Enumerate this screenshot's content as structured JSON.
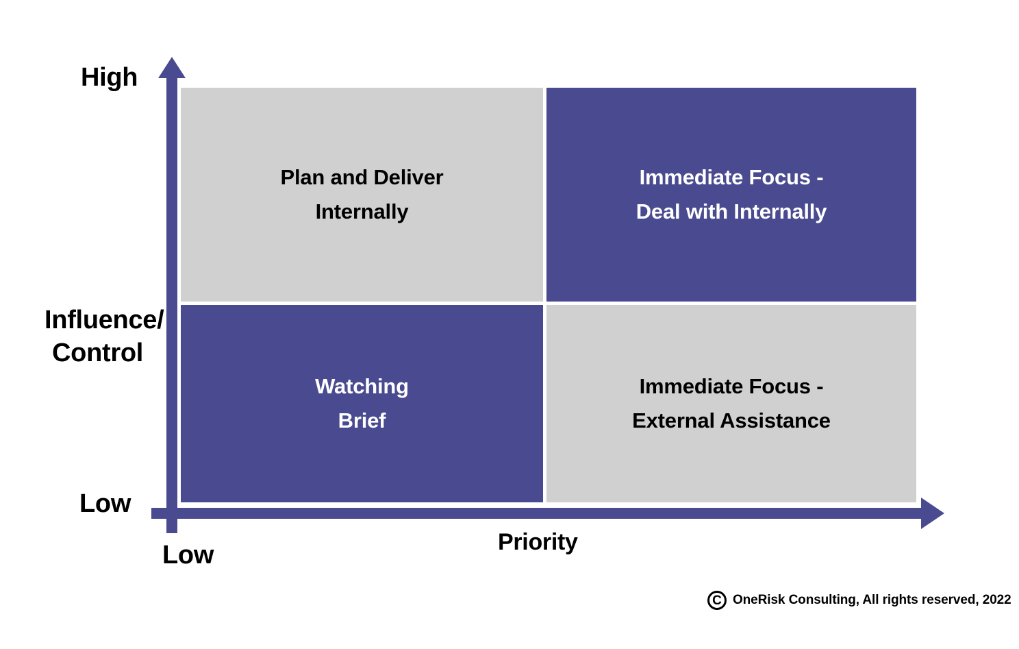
{
  "chart_data": {
    "type": "table",
    "title": "",
    "xlabel": "Priority",
    "ylabel": "Influence/\nControl",
    "x_ticks": [
      "Low"
    ],
    "y_ticks": [
      "Low",
      "High"
    ],
    "grid": false,
    "legend": "none",
    "colors": {
      "purple": "#4a4a90",
      "grey": "#d0d0d0",
      "text_dark": "#000000",
      "text_light": "#ffffff",
      "background": "#ffffff"
    },
    "quadrants": [
      {
        "position": "top-left",
        "x_level": "Low",
        "y_level": "High",
        "line1": "Plan and Deliver",
        "line2": "Internally",
        "fill": "#d0d0d0",
        "text_color": "#000000"
      },
      {
        "position": "top-right",
        "x_level": "High",
        "y_level": "High",
        "line1": "Immediate Focus -",
        "line2": "Deal with Internally",
        "fill": "#4a4a90",
        "text_color": "#ffffff"
      },
      {
        "position": "bottom-left",
        "x_level": "Low",
        "y_level": "Low",
        "line1": "Watching",
        "line2": "Brief",
        "fill": "#4a4a90",
        "text_color": "#ffffff"
      },
      {
        "position": "bottom-right",
        "x_level": "High",
        "y_level": "Low",
        "line1": "Immediate Focus -",
        "line2": "External Assistance",
        "fill": "#d0d0d0",
        "text_color": "#000000"
      }
    ]
  },
  "axes": {
    "y_label_line1": "Influence/",
    "y_label_line2": "Control",
    "y_high": "High",
    "y_low": "Low",
    "x_label": "Priority",
    "x_low": "Low"
  },
  "footer": {
    "copyright_symbol": "C",
    "copyright_text": "OneRisk Consulting, All rights reserved, 2022"
  }
}
